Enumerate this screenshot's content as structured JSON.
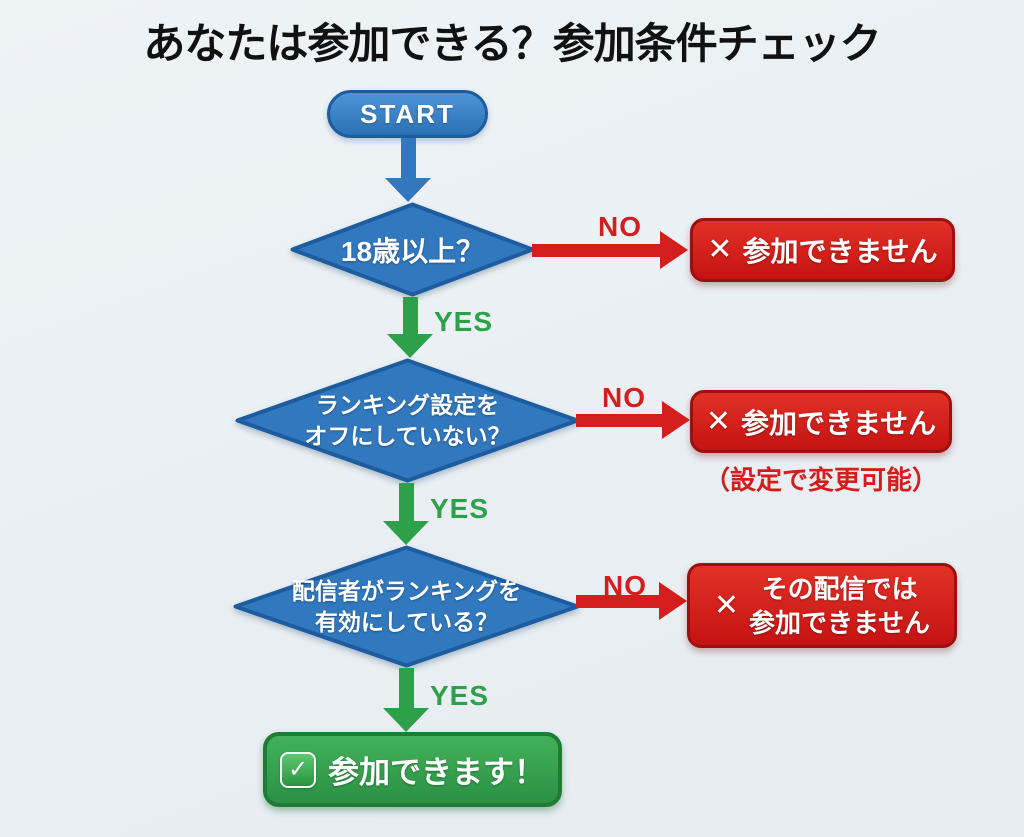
{
  "title": "あなたは参加できる？参加条件チェック",
  "start": {
    "label": "START"
  },
  "decisions": [
    {
      "question_lines": [
        "18歳以上？"
      ],
      "no_label": "NO",
      "yes_label": "YES",
      "fail": {
        "icon": "✕",
        "lines": [
          "参加できません"
        ]
      }
    },
    {
      "question_lines": [
        "ランキング設定を",
        "オフにしていない？"
      ],
      "no_label": "NO",
      "yes_label": "YES",
      "fail": {
        "icon": "✕",
        "lines": [
          "参加できません"
        ],
        "note": "（設定で変更可能）"
      }
    },
    {
      "question_lines": [
        "配信者がランキングを",
        "有効にしている？"
      ],
      "no_label": "NO",
      "yes_label": "YES",
      "fail": {
        "icon": "✕",
        "lines": [
          "その配信では",
          "参加できません"
        ]
      }
    }
  ],
  "success": {
    "icon": "✓",
    "label": "参加できます！"
  },
  "colors": {
    "background": "#ebf0f4",
    "blue": "#3278be",
    "blue_border": "#1d5c9e",
    "red": "#d41d1d",
    "red_border": "#9c1010",
    "green": "#2ea04a",
    "green_border": "#1e7c36",
    "title_color": "#111111"
  }
}
